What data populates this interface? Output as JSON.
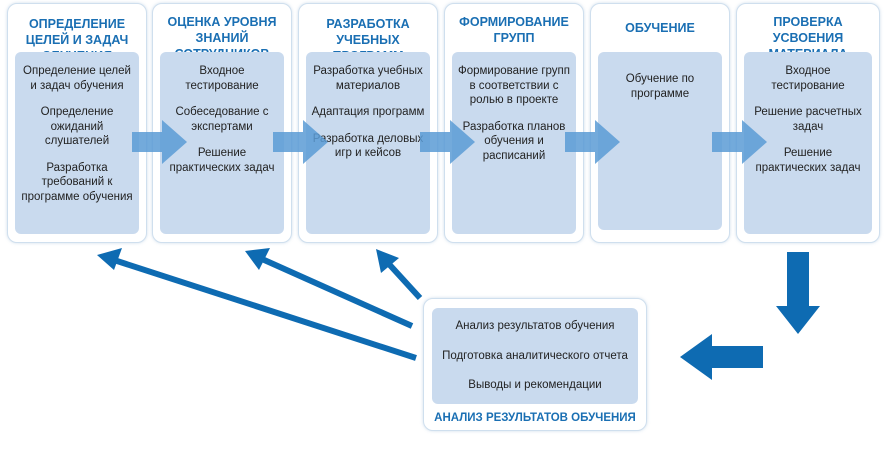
{
  "stages": [
    {
      "title": "ОПРЕДЕЛЕНИЕ ЦЕЛЕЙ И ЗАДАЧ ОБУЧЕНИЯ",
      "items": [
        "Определение целей и задач обучения",
        "Определение ожиданий слушателей",
        "Разработка требований к программе обучения"
      ]
    },
    {
      "title": "ОЦЕНКА УРОВНЯ ЗНАНИЙ СОТРУДНИКОВ",
      "items": [
        "Входное тестирование",
        "Собеседование с экспертами",
        "Решение практических задач"
      ]
    },
    {
      "title": "РАЗРАБОТКА УЧЕБНЫХ ПРОГРАММ",
      "items": [
        "Разработка учебных материалов",
        "Адаптация программ",
        "Разработка деловых игр и кейсов"
      ]
    },
    {
      "title": "ФОРМИРОВАНИЕ ГРУПП",
      "items": [
        "Формирование групп в соответствии с ролью в проекте",
        "Разработка планов обучения и расписаний"
      ]
    },
    {
      "title": "ОБУЧЕНИЕ",
      "items": [
        "Обучение по программе"
      ]
    },
    {
      "title": "ПРОВЕРКА УСВОЕНИЯ МАТЕРИАЛА",
      "items": [
        "Входное тестирование",
        "Решение расчетных задач",
        "Решение практических задач"
      ]
    }
  ],
  "analysis": {
    "title": "АНАЛИЗ РЕЗУЛЬТАТОВ ОБУЧЕНИЯ",
    "items": [
      "Анализ результатов обучения",
      "Подготовка аналитического отчета",
      "Выводы и рекомендации"
    ]
  },
  "colors": {
    "accent": "#1a6fb3",
    "panel": "#c9daee",
    "flow_arrow": "#5b9bd5",
    "feedback_arrow": "#0e6bb2"
  }
}
